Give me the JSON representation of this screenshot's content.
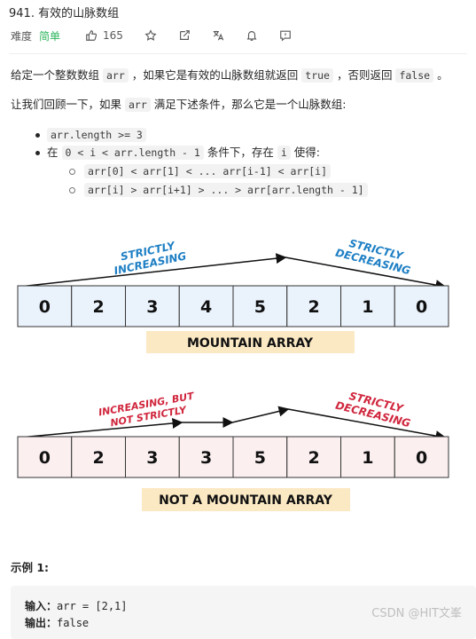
{
  "problem": {
    "title": "941. 有效的山脉数组",
    "difficulty_label": "难度",
    "difficulty": "简单",
    "likes": "165"
  },
  "intro": {
    "p1_a": "给定一个整数数组",
    "p1_code1": "arr",
    "p1_b": "，如果它是有效的山脉数组就返回",
    "p1_code2": "true",
    "p1_c": "，否则返回",
    "p1_code3": "false",
    "p1_d": "。",
    "p2_a": "让我们回顾一下，如果",
    "p2_code": "arr",
    "p2_b": "满足下述条件，那么它是一个山脉数组:",
    "b1_code": "arr.length >= 3",
    "b2_a": "在",
    "b2_code1": "0 < i  < arr.length - 1",
    "b2_b": "条件下，存在",
    "b2_code2": "i",
    "b2_c": "使得:",
    "sub1": "arr[0] < arr[1] < ... arr[i-1] < arr[i]",
    "sub2": "arr[i] > arr[i+1] > ... > arr[arr.length - 1]"
  },
  "figure1": {
    "values": [
      "0",
      "2",
      "3",
      "4",
      "5",
      "2",
      "1",
      "0"
    ],
    "label_left_1": "STRICTLY",
    "label_left_2": "INCREASING",
    "label_right_1": "STRICTLY",
    "label_right_2": "DECREASING",
    "caption": "MOUNTAIN ARRAY",
    "label_color": "#1e7fc4",
    "cell_fill": "#eaf2fb",
    "caption_fill": "#fbe9c4"
  },
  "figure2": {
    "values": [
      "0",
      "2",
      "3",
      "3",
      "5",
      "2",
      "1",
      "0"
    ],
    "label_left_1": "INCREASING, BUT",
    "label_left_2": "NOT STRICTLY",
    "label_right_1": "STRICTLY",
    "label_right_2": "DECREASING",
    "caption": "NOT A MOUNTAIN ARRAY",
    "label_color": "#d0263d",
    "cell_fill": "#fbeff0",
    "caption_fill": "#fbe9c4"
  },
  "example": {
    "title": "示例 1:",
    "input_label": "输入：",
    "input_value": "arr = [2,1]",
    "output_label": "输出：",
    "output_value": "false"
  },
  "watermark": "CSDN @HIT文峯"
}
